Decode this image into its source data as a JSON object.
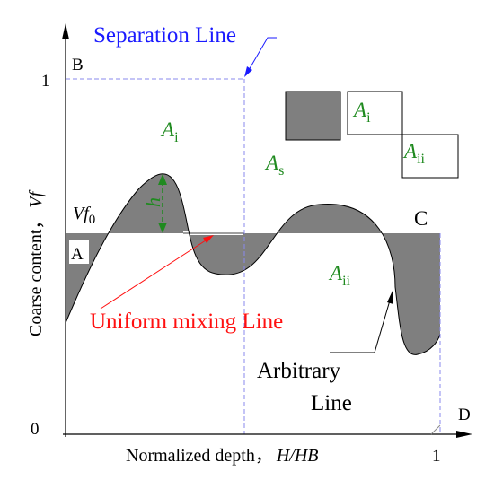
{
  "title": "Separation Line",
  "labels": {
    "B": "B",
    "A": "A",
    "C": "C",
    "D": "D",
    "one_y": "1",
    "zero": "0",
    "one_x": "1",
    "vf0": "Vf",
    "vf0_sub": "0",
    "h": "h",
    "Ai": "A",
    "Ai_sub": "i",
    "As": "A",
    "As_sub": "s",
    "Aii": "A",
    "Aii_sub": "ii",
    "legend_Ai": "A",
    "legend_Ai_sub": "i",
    "legend_Aii": "A",
    "legend_Aii_sub": "ii",
    "uniform": "Uniform mixing Line",
    "arbitrary_1": "Arbitrary",
    "arbitrary_2": "Line"
  },
  "axes": {
    "ylabel_text": "Coarse content，",
    "ylabel_var": "Vf",
    "xlabel_text": "Normalized depth，",
    "xlabel_var": "H/HB"
  },
  "colors": {
    "shade": "#7f7f7f",
    "blue_text": "#1a1aff",
    "blue_dash": "#8a8aee",
    "green": "#1f8a1f",
    "red": "#ff1010",
    "black": "#000000"
  }
}
